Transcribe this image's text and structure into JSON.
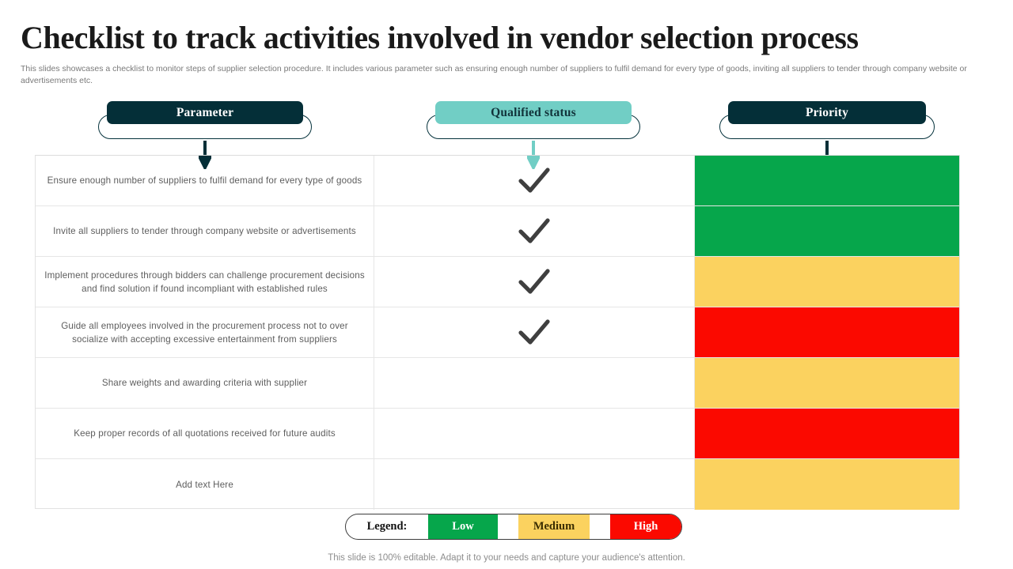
{
  "slide": {
    "title": "Checklist to track activities involved in vendor selection process",
    "subtitle": "This slides showcases a checklist to monitor steps of supplier selection procedure. It includes various parameter such as ensuring enough number of suppliers to fulfil demand for every type of goods, inviting all suppliers to tender through company website or advertisements etc.",
    "footer": "This slide is 100% editable. Adapt it to your needs and capture your audience's attention."
  },
  "colors": {
    "dark_navy": "#042f38",
    "teal": "#71cec5",
    "green": "#06a64b",
    "yellow": "#fbd25f",
    "red": "#fb0900",
    "check_gray": "#3f3f3f",
    "text_gray": "#5d5d5d",
    "subtitle_gray": "#7a7a7a"
  },
  "columns": [
    {
      "label": "Parameter",
      "style": "dark",
      "arrow_color": "#042f38",
      "icon": "arrow-down-icon"
    },
    {
      "label": "Qualified status",
      "style": "teal",
      "arrow_color": "#71cec5",
      "icon": "arrow-down-icon"
    },
    {
      "label": "Priority",
      "style": "dark",
      "arrow_color": "#042f38",
      "icon": "arrow-down-icon"
    }
  ],
  "rows": [
    {
      "parameter": "Ensure enough number of suppliers to fulfil demand for every type of goods",
      "qualified": true,
      "priority": "Low",
      "priority_color": "#06a64b"
    },
    {
      "parameter": "Invite all suppliers to tender through company website or advertisements",
      "qualified": true,
      "priority": "Low",
      "priority_color": "#06a64b"
    },
    {
      "parameter": "Implement procedures through bidders can challenge procurement decisions and find solution if found incompliant with established rules",
      "qualified": true,
      "priority": "Medium",
      "priority_color": "#fbd25f"
    },
    {
      "parameter": "Guide all employees involved in the procurement process not to over socialize with accepting excessive entertainment from suppliers",
      "qualified": true,
      "priority": "High",
      "priority_color": "#fb0900"
    },
    {
      "parameter": "Share weights and awarding criteria with supplier",
      "qualified": false,
      "priority": "Medium",
      "priority_color": "#fbd25f"
    },
    {
      "parameter": "Keep proper records of all quotations received for future audits",
      "qualified": false,
      "priority": "High",
      "priority_color": "#fb0900"
    },
    {
      "parameter": "Add text Here",
      "qualified": false,
      "priority": "Medium",
      "priority_color": "#fbd25f"
    }
  ],
  "legend": {
    "label": "Legend:",
    "items": [
      {
        "label": "Low",
        "color": "#06a64b"
      },
      {
        "label": "Medium",
        "color": "#fbd25f"
      },
      {
        "label": "High",
        "color": "#fb0900"
      }
    ]
  }
}
